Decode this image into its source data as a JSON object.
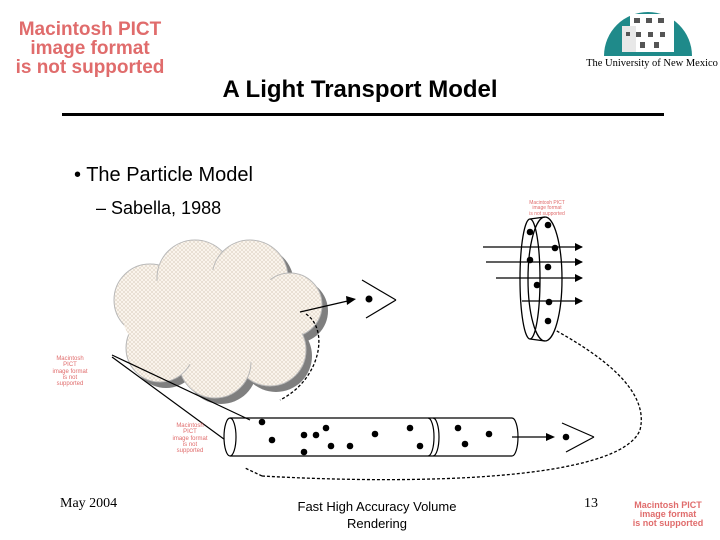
{
  "title": "A Light Transport Model",
  "bullets": {
    "main": "• The Particle Model",
    "sub": "– Sabella, 1988"
  },
  "logo": {
    "institution": "The University of New Mexico"
  },
  "placeholders": {
    "large_lines": [
      "Macintosh PICT",
      "image format",
      "is not supported"
    ],
    "small_lines": [
      "Macintosh PICT",
      "image format",
      "is not supported"
    ]
  },
  "footer": {
    "date": "May 2004",
    "center_line1": "Fast High Accuracy Volume",
    "center_line2": "Rendering",
    "page": "13"
  },
  "colors": {
    "placeholder_text": "#e06c6c",
    "logo_teal": "#1f8a8a",
    "ink": "#000000"
  }
}
